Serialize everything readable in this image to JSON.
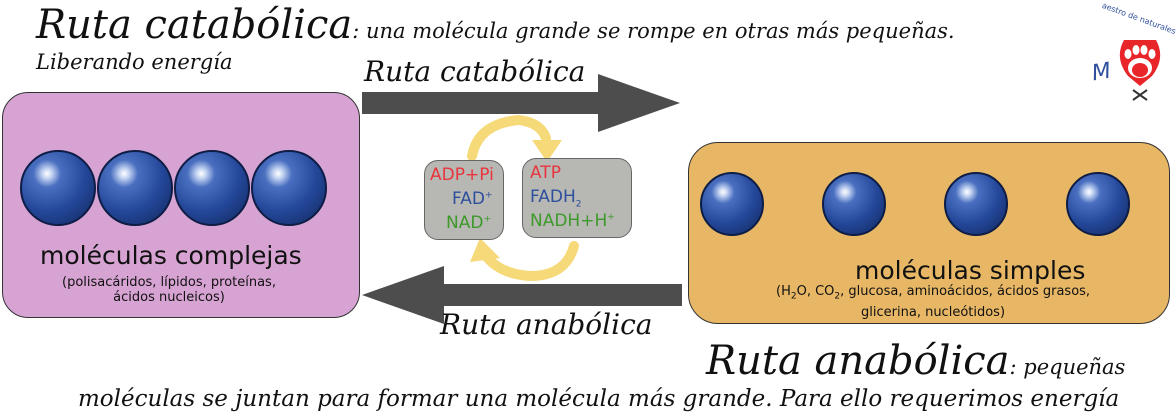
{
  "catabolic": {
    "title": "Ruta catabólica",
    "description": ": una molécula grande se rompe en otras más pequeñas.",
    "subtitle": "Liberando energía",
    "arrow_label": "Ruta catabólica"
  },
  "anabolic": {
    "title": "Ruta anabólica",
    "description_line1": ": pequeñas",
    "description_line2": "moléculas se juntan para formar una molécula más grande. Para ello requerimos energía",
    "arrow_label": "Ruta anabólica"
  },
  "complex": {
    "label": "moléculas complejas",
    "detail_line1": "(polisacáridos, lípidos, proteínas,",
    "detail_line2": "ácidos nucleicos)",
    "color": "#d7a3d3"
  },
  "simple": {
    "label": "moléculas simples",
    "detail": {
      "h": "(H",
      "h_sub": "2",
      "o": "O, CO",
      "o_sub": "2",
      "rest": ", glucosa, aminoácidos, ácidos grasos,",
      "line2": "glicerina, nucleótidos)"
    },
    "color": "#e7b766"
  },
  "energy_low": {
    "adp": "ADP+Pi",
    "fad": "FAD",
    "fad_sup": "+",
    "nad": "NAD",
    "nad_sup": "+"
  },
  "energy_high": {
    "atp": "ATP",
    "fadh": "FADH",
    "fadh_sub": "2",
    "nadh": "NADH+H",
    "nadh_sup": "+"
  },
  "logo": {
    "text_top": "aestro de naturales",
    "text_initial": "M"
  },
  "colors": {
    "arrow": "#4d4d4d",
    "cycle_arrow": "#f6d978",
    "red_text": "#e8353d",
    "blue_text": "#2e4f9c",
    "green_text": "#3d9a2a",
    "paw": "#e8262a"
  }
}
